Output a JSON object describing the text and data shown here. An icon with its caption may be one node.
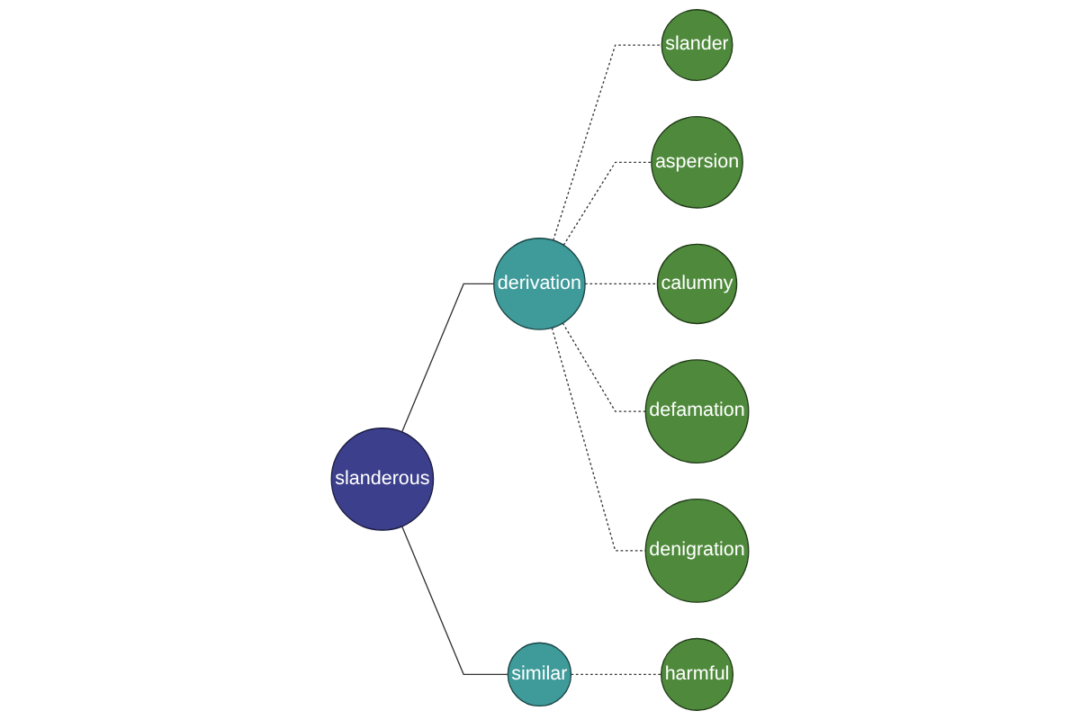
{
  "diagram": {
    "nodes": [
      {
        "text": [
          "slander"
        ]
      },
      {
        "text": [
          "aspersion"
        ]
      },
      {
        "text": [
          "calumny"
        ]
      },
      {
        "text": [
          "derivation"
        ]
      },
      {
        "text": [
          "defamation"
        ]
      },
      {
        "text": [
          "slanderous"
        ]
      },
      {
        "text": [
          "denigration"
        ]
      },
      {
        "text": [
          "similar"
        ]
      },
      {
        "text": [
          "harmful"
        ]
      }
    ],
    "edges": [
      {
        "from": 5,
        "to": 3,
        "arrow": "none"
      },
      {
        "from": 5,
        "to": 7,
        "arrow": "none"
      },
      {
        "from": 7,
        "to": 8,
        "arrow": "none",
        "style": "dashed"
      },
      {
        "from": 3,
        "to": 0,
        "arrow": "none",
        "style": "dashed"
      },
      {
        "from": 3,
        "to": 1,
        "arrow": "none",
        "style": "dashed"
      },
      {
        "from": 3,
        "to": 2,
        "arrow": "none",
        "style": "dashed"
      },
      {
        "from": 3,
        "to": 4,
        "arrow": "none",
        "style": "dashed"
      },
      {
        "from": 3,
        "to": 6,
        "arrow": "none",
        "style": "dashed"
      }
    ]
  }
}
